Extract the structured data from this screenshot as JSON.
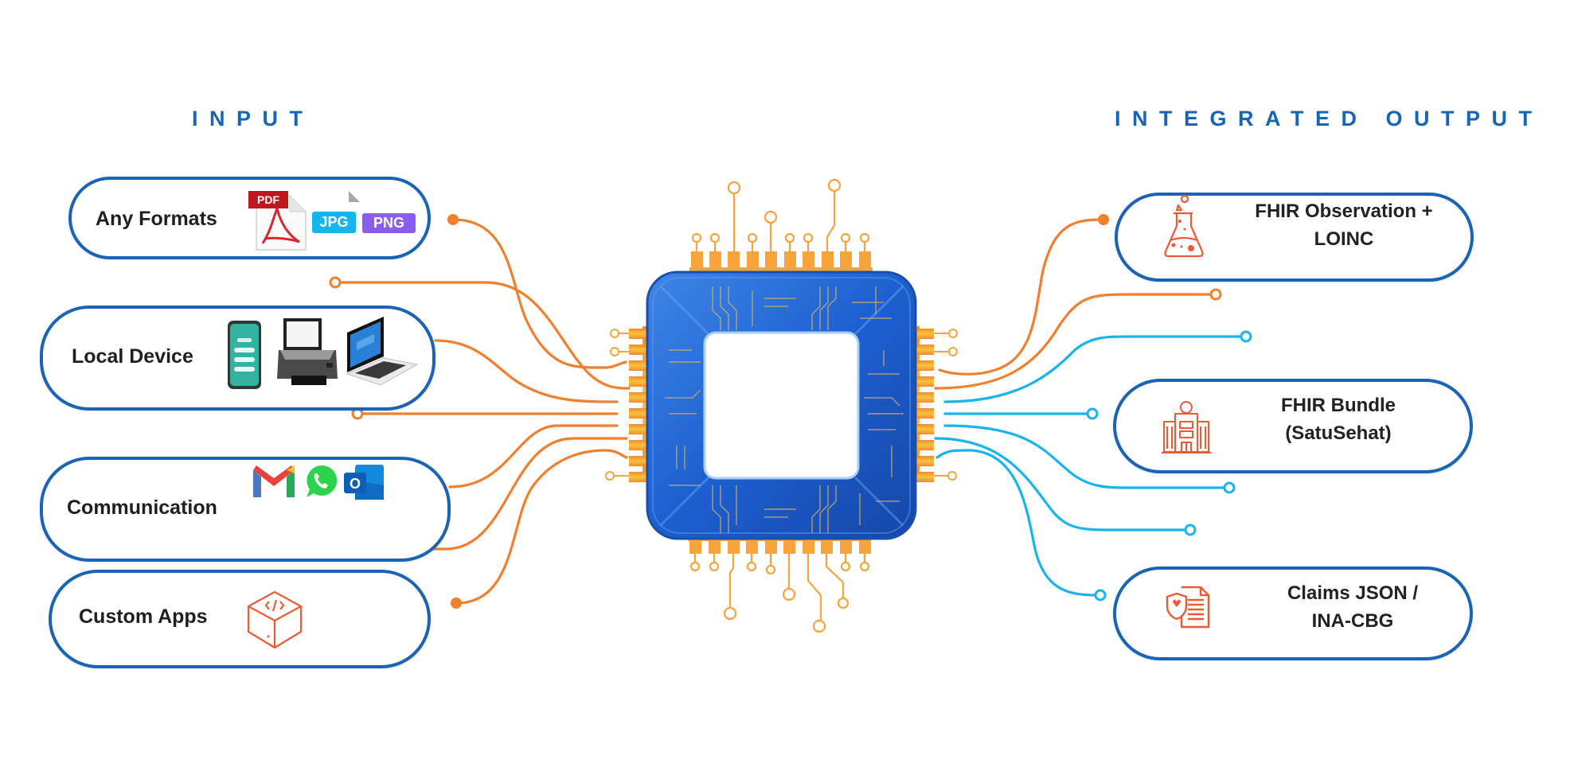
{
  "headings": {
    "input": "INPUT",
    "output": "INTEGRATED OUTPUT"
  },
  "colors": {
    "heading": "#1565b8",
    "pill_border": "#1a63b5",
    "wire_orange": "#f07f2e",
    "wire_cyan": "#1ab4ec",
    "chip_blue": "#1d5fd0",
    "chip_pins": "#f7a43a",
    "icon_red": "#ef5a35"
  },
  "inputs": [
    {
      "label": "Any Formats",
      "icons": [
        "pdf-file-icon",
        "jpg-badge-icon",
        "png-badge-icon"
      ],
      "badges": {
        "pdf": "PDF",
        "jpg": "JPG",
        "png": "PNG"
      }
    },
    {
      "label": "Local Device",
      "icons": [
        "smartphone-icon",
        "scanner-printer-icon",
        "laptop-icon"
      ]
    },
    {
      "label": "Communication",
      "icons": [
        "gmail-icon",
        "whatsapp-icon",
        "outlook-icon"
      ],
      "outlook_letter": "O"
    },
    {
      "label": "Custom Apps",
      "icons": [
        "code-box-icon"
      ]
    }
  ],
  "outputs": [
    {
      "line1": "FHIR Observation +",
      "line2": "LOINC",
      "icon": "lab-flask-icon"
    },
    {
      "line1": "FHIR Bundle",
      "line2": "(SatuSehat)",
      "icon": "hospital-building-icon"
    },
    {
      "line1": "Claims JSON /",
      "line2": "INA-CBG",
      "icon": "shield-document-icon"
    }
  ],
  "center": {
    "component": "processor-chip"
  }
}
